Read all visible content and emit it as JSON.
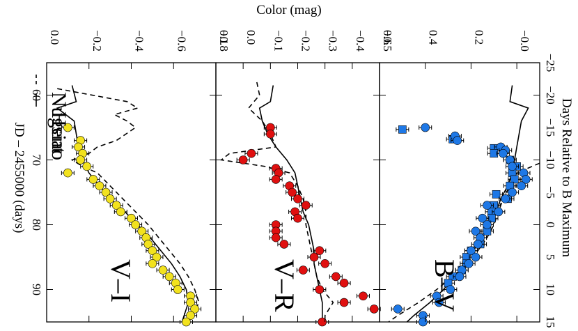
{
  "figure": {
    "left_axis_label": "JD – 2455000 (days)",
    "right_axis_label": "Days Relative to B Maximum",
    "top_axis_label": "Color (mag)",
    "legend": [
      {
        "label": "Nugent",
        "style": "dashed"
      },
      {
        "label": "Hsiao",
        "style": "solid"
      }
    ],
    "rotation_note": "figure is rotated 90 degrees: time runs downward, color increases toward the left"
  },
  "chart_data": {
    "type": "scatter",
    "jd_axis": {
      "range": [
        55,
        95
      ],
      "ticks": [
        60,
        70,
        80,
        90
      ]
    },
    "phase_axis": {
      "range": [
        -25,
        15
      ],
      "ticks": [
        "−25",
        "−20",
        "−15",
        "−10",
        "−5",
        "0",
        "5",
        "10",
        "15"
      ]
    },
    "panels": [
      {
        "name": "B–V",
        "label": "B–V",
        "color_range": [
          -0.1,
          0.6
        ],
        "ticks": [
          "−0.0",
          "0.2",
          "0.4",
          "0.6"
        ],
        "marker_color": "#1e78e6",
        "circles": [
          [
            65,
            0.4
          ],
          [
            66.3,
            0.27
          ],
          [
            67,
            0.26
          ],
          [
            68,
            0.07
          ],
          [
            68.5,
            0.05
          ],
          [
            69,
            0.06
          ],
          [
            70,
            0.03
          ],
          [
            71,
            0.02
          ],
          [
            72,
            -0.03
          ],
          [
            73,
            -0.04
          ],
          [
            74,
            -0.02
          ],
          [
            75,
            0.02
          ],
          [
            76,
            0.05
          ],
          [
            77,
            0.13
          ],
          [
            78,
            0.08
          ],
          [
            79,
            0.15
          ],
          [
            80,
            0.13
          ],
          [
            81,
            0.18
          ],
          [
            82,
            0.16
          ],
          [
            83,
            0.17
          ],
          [
            84,
            0.2
          ],
          [
            85,
            0.18
          ],
          [
            86,
            0.21
          ],
          [
            87,
            0.24
          ],
          [
            88,
            0.25
          ],
          [
            90,
            0.29
          ],
          [
            91,
            0.35
          ],
          [
            92,
            0.34
          ],
          [
            93,
            0.52
          ],
          [
            94,
            0.41
          ],
          [
            95,
            0.41
          ]
        ],
        "squares": [
          [
            65.3,
            0.5
          ],
          [
            66.8,
            0.28
          ],
          [
            68.2,
            0.1
          ],
          [
            69,
            0.1
          ],
          [
            70,
            0.03
          ],
          [
            71,
            0.0
          ],
          [
            72,
            0.02
          ],
          [
            73,
            0.01
          ],
          [
            74,
            0.03
          ],
          [
            75.3,
            0.09
          ],
          [
            76,
            0.04
          ],
          [
            77,
            0.1
          ],
          [
            78,
            0.11
          ],
          [
            79,
            0.11
          ],
          [
            80,
            0.13
          ],
          [
            81,
            0.13
          ],
          [
            82,
            0.16
          ],
          [
            83,
            0.16
          ],
          [
            84,
            0.2
          ],
          [
            85,
            0.22
          ],
          [
            86,
            0.22
          ],
          [
            87,
            0.24
          ],
          [
            88,
            0.28
          ],
          [
            89,
            0.3
          ]
        ],
        "hsiao": [
          [
            58.5,
            0.02
          ],
          [
            61,
            0.03
          ],
          [
            62,
            -0.05
          ],
          [
            64,
            -0.02
          ],
          [
            66,
            -0.01
          ],
          [
            68,
            0.0
          ],
          [
            70,
            0.01
          ],
          [
            72,
            0.02
          ],
          [
            74,
            0.04
          ],
          [
            76,
            0.07
          ],
          [
            78,
            0.09
          ],
          [
            80,
            0.12
          ],
          [
            82,
            0.15
          ],
          [
            84,
            0.19
          ],
          [
            86,
            0.23
          ],
          [
            88,
            0.27
          ],
          [
            90,
            0.32
          ],
          [
            92,
            0.38
          ],
          [
            94,
            0.45
          ],
          [
            95,
            0.48
          ]
        ],
        "nugent": [
          [
            70.5,
            -0.1
          ],
          [
            72,
            0.0
          ],
          [
            74,
            0.03
          ],
          [
            76,
            0.06
          ],
          [
            78,
            0.08
          ],
          [
            80,
            0.1
          ],
          [
            82,
            0.13
          ],
          [
            84,
            0.17
          ],
          [
            86,
            0.22
          ],
          [
            88,
            0.28
          ],
          [
            90,
            0.35
          ],
          [
            92,
            0.43
          ],
          [
            94,
            0.52
          ],
          [
            95,
            0.56
          ]
        ]
      },
      {
        "name": "V–R",
        "label": "V–R",
        "color_range": [
          -0.5,
          0.1
        ],
        "ticks": [
          "−0.5",
          "−0.4",
          "−0.3",
          "−0.2",
          "−0.1",
          "0.0",
          "0.1"
        ],
        "marker_color": "#e01010",
        "circles": [
          [
            65,
            -0.1
          ],
          [
            66,
            -0.1
          ],
          [
            69,
            -0.03
          ],
          [
            70,
            0.0
          ],
          [
            71.3,
            -0.12
          ],
          [
            72,
            -0.13
          ],
          [
            73,
            -0.12
          ],
          [
            74,
            -0.17
          ],
          [
            75,
            -0.18
          ],
          [
            76,
            -0.2
          ],
          [
            77,
            -0.23
          ],
          [
            78,
            -0.19
          ],
          [
            79,
            -0.2
          ],
          [
            80,
            -0.12
          ],
          [
            81,
            -0.12
          ],
          [
            82,
            -0.12
          ],
          [
            83,
            -0.15
          ],
          [
            84,
            -0.28
          ],
          [
            85,
            -0.26
          ],
          [
            86,
            -0.3
          ],
          [
            87,
            -0.22
          ],
          [
            88,
            -0.34
          ],
          [
            89,
            -0.37
          ],
          [
            90,
            -0.28
          ],
          [
            91,
            -0.44
          ],
          [
            92,
            -0.37
          ],
          [
            93,
            -0.48
          ],
          [
            95,
            -0.29
          ]
        ],
        "hsiao": [
          [
            58.5,
            -0.11
          ],
          [
            61,
            -0.1
          ],
          [
            62,
            -0.06
          ],
          [
            64,
            -0.07
          ],
          [
            66,
            -0.09
          ],
          [
            68,
            -0.12
          ],
          [
            70,
            -0.16
          ],
          [
            72,
            -0.19
          ],
          [
            74,
            -0.2
          ],
          [
            76,
            -0.21
          ],
          [
            78,
            -0.22
          ],
          [
            80,
            -0.24
          ],
          [
            82,
            -0.25
          ],
          [
            84,
            -0.26
          ],
          [
            86,
            -0.26
          ],
          [
            88,
            -0.27
          ],
          [
            90,
            -0.28
          ],
          [
            92,
            -0.29
          ],
          [
            94,
            -0.29
          ],
          [
            95,
            -0.29
          ]
        ],
        "nugent": [
          [
            58,
            -0.05
          ],
          [
            60,
            -0.06
          ],
          [
            62,
            -0.02
          ],
          [
            64,
            -0.07
          ],
          [
            66,
            -0.1
          ],
          [
            68,
            -0.12
          ],
          [
            69,
            0.05
          ],
          [
            70,
            0.08
          ],
          [
            71,
            -0.08
          ],
          [
            72,
            -0.17
          ],
          [
            74,
            -0.2
          ],
          [
            76,
            -0.22
          ],
          [
            78,
            -0.23
          ],
          [
            80,
            -0.23
          ],
          [
            82,
            -0.24
          ],
          [
            84,
            -0.25
          ],
          [
            86,
            -0.26
          ],
          [
            88,
            -0.27
          ],
          [
            90,
            -0.29
          ],
          [
            92,
            -0.33
          ],
          [
            94,
            -0.3
          ],
          [
            95,
            -0.3
          ]
        ]
      },
      {
        "name": "V–I",
        "label": "V–I",
        "color_range": [
          -0.8,
          0.0
        ],
        "ticks": [
          "−0.8",
          "−0.6",
          "−0.4",
          "−0.2",
          "0.0"
        ],
        "marker_color": "#f2e21e",
        "circles": [
          [
            65,
            -0.1
          ],
          [
            67,
            -0.16
          ],
          [
            68,
            -0.15
          ],
          [
            69,
            -0.17
          ],
          [
            70,
            -0.16
          ],
          [
            71,
            -0.19
          ],
          [
            72,
            -0.1
          ],
          [
            73,
            -0.22
          ],
          [
            74,
            -0.25
          ],
          [
            75,
            -0.28
          ],
          [
            76,
            -0.3
          ],
          [
            77,
            -0.33
          ],
          [
            78,
            -0.35
          ],
          [
            79,
            -0.4
          ],
          [
            80,
            -0.42
          ],
          [
            81,
            -0.45
          ],
          [
            82,
            -0.47
          ],
          [
            83,
            -0.48
          ],
          [
            84,
            -0.5
          ],
          [
            85,
            -0.52
          ],
          [
            86,
            -0.5
          ],
          [
            87,
            -0.55
          ],
          [
            88,
            -0.58
          ],
          [
            89,
            -0.61
          ],
          [
            90,
            -0.62
          ],
          [
            91,
            -0.68
          ],
          [
            92,
            -0.68
          ],
          [
            93,
            -0.7
          ],
          [
            94,
            -0.68
          ],
          [
            95,
            -0.66
          ]
        ],
        "hsiao": [
          [
            58.5,
            -0.12
          ],
          [
            61,
            -0.14
          ],
          [
            62,
            -0.05
          ],
          [
            64,
            -0.13
          ],
          [
            66,
            -0.14
          ],
          [
            68,
            -0.15
          ],
          [
            70,
            -0.17
          ],
          [
            72,
            -0.2
          ],
          [
            74,
            -0.25
          ],
          [
            76,
            -0.3
          ],
          [
            78,
            -0.37
          ],
          [
            80,
            -0.43
          ],
          [
            82,
            -0.49
          ],
          [
            84,
            -0.54
          ],
          [
            86,
            -0.59
          ],
          [
            88,
            -0.63
          ],
          [
            90,
            -0.66
          ],
          [
            92,
            -0.67
          ],
          [
            94,
            -0.65
          ],
          [
            95,
            -0.64
          ]
        ],
        "nugent": [
          [
            59,
            -0.05
          ],
          [
            61,
            -0.38
          ],
          [
            62,
            -0.43
          ],
          [
            63,
            -0.32
          ],
          [
            64,
            -0.38
          ],
          [
            65,
            -0.42
          ],
          [
            67,
            -0.33
          ],
          [
            68,
            -0.24
          ],
          [
            69,
            -0.2
          ],
          [
            70,
            -0.12
          ],
          [
            71,
            -0.17
          ],
          [
            72,
            -0.24
          ],
          [
            74,
            -0.3
          ],
          [
            76,
            -0.36
          ],
          [
            78,
            -0.42
          ],
          [
            80,
            -0.48
          ],
          [
            82,
            -0.53
          ],
          [
            84,
            -0.58
          ],
          [
            86,
            -0.63
          ],
          [
            88,
            -0.67
          ],
          [
            90,
            -0.7
          ],
          [
            92,
            -0.72
          ],
          [
            94,
            -0.69
          ],
          [
            95,
            -0.67
          ]
        ]
      }
    ]
  }
}
